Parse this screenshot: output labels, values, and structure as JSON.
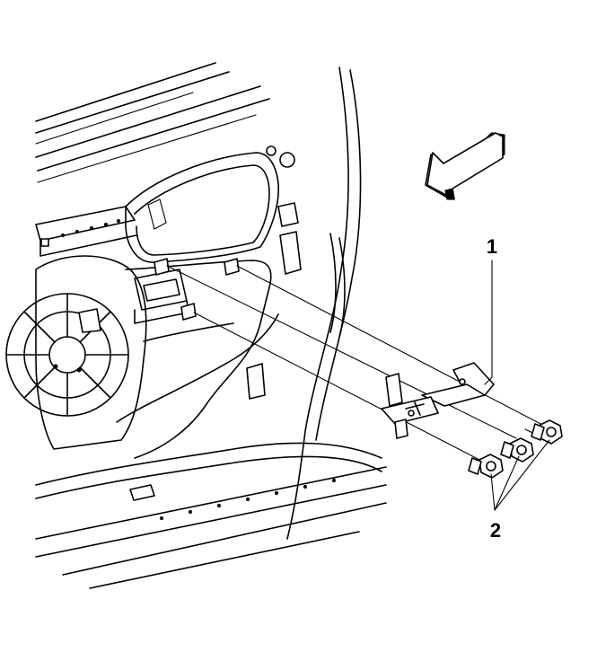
{
  "callouts": [
    {
      "id": "1",
      "label": "1",
      "part": "bracket"
    },
    {
      "id": "2",
      "label": "2",
      "part": "bolts"
    }
  ],
  "colors": {
    "line": "#000000",
    "background": "#ffffff"
  },
  "icons": {
    "direction": "front-arrow-icon"
  }
}
